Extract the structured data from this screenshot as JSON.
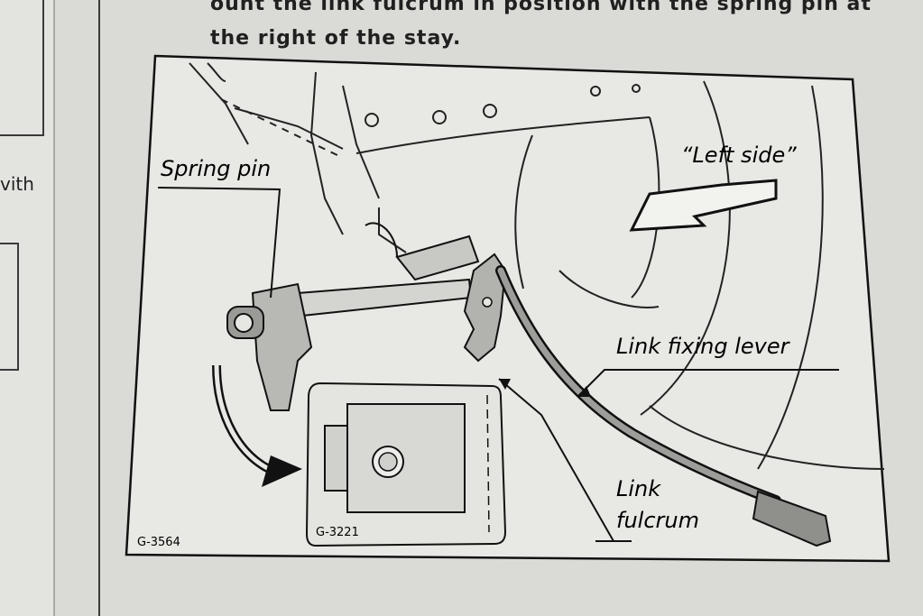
{
  "instruction": {
    "line1": "ount the link fulcrum in position with the spring pin at",
    "line2": "the right of the stay."
  },
  "left_fragment": "vith",
  "figure": {
    "code_main": "G-3564",
    "code_inset": "G-3221",
    "labels": {
      "spring_pin": "Spring pin",
      "left_side": "“Left side”",
      "link_fixing_lever": "Link fixing lever",
      "link": "Link",
      "fulcrum": "fulcrum"
    }
  }
}
